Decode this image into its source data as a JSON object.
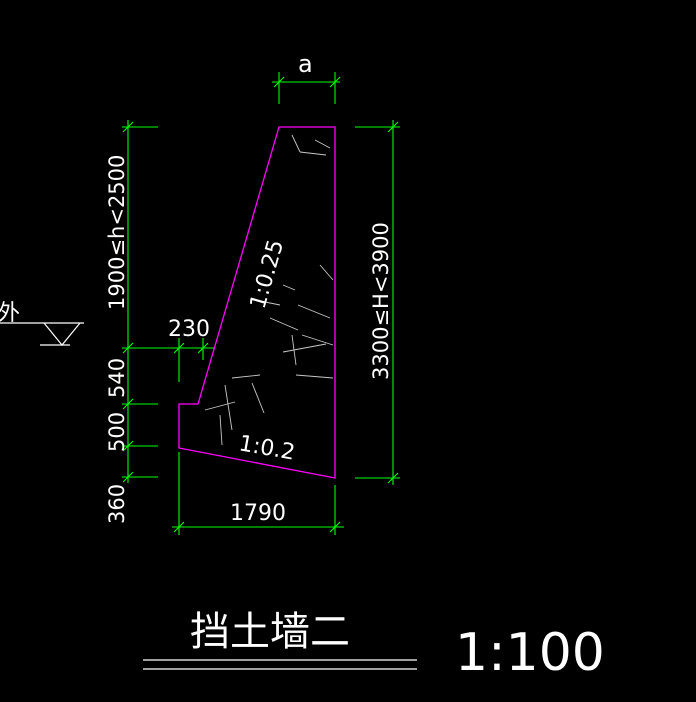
{
  "drawing": {
    "title": "挡土墙二",
    "scale": "1:100",
    "side_label": "外",
    "dims": {
      "top_width": "a",
      "left_height": "1900≤h<2500",
      "right_height": "3300≤H<3900",
      "toe_projection": "230",
      "toe_depth": "540",
      "toe_height": "500",
      "heel_drop": "360",
      "base_width": "1790"
    },
    "slopes": {
      "front": "1:0.25",
      "base": "1:0.2"
    }
  },
  "colors": {
    "dimension_lines": "#00ff00",
    "wall_outline": "#ff00ff",
    "hatch": "#c8c8c8",
    "text": "#ffffff",
    "ground": "#ffffff"
  }
}
